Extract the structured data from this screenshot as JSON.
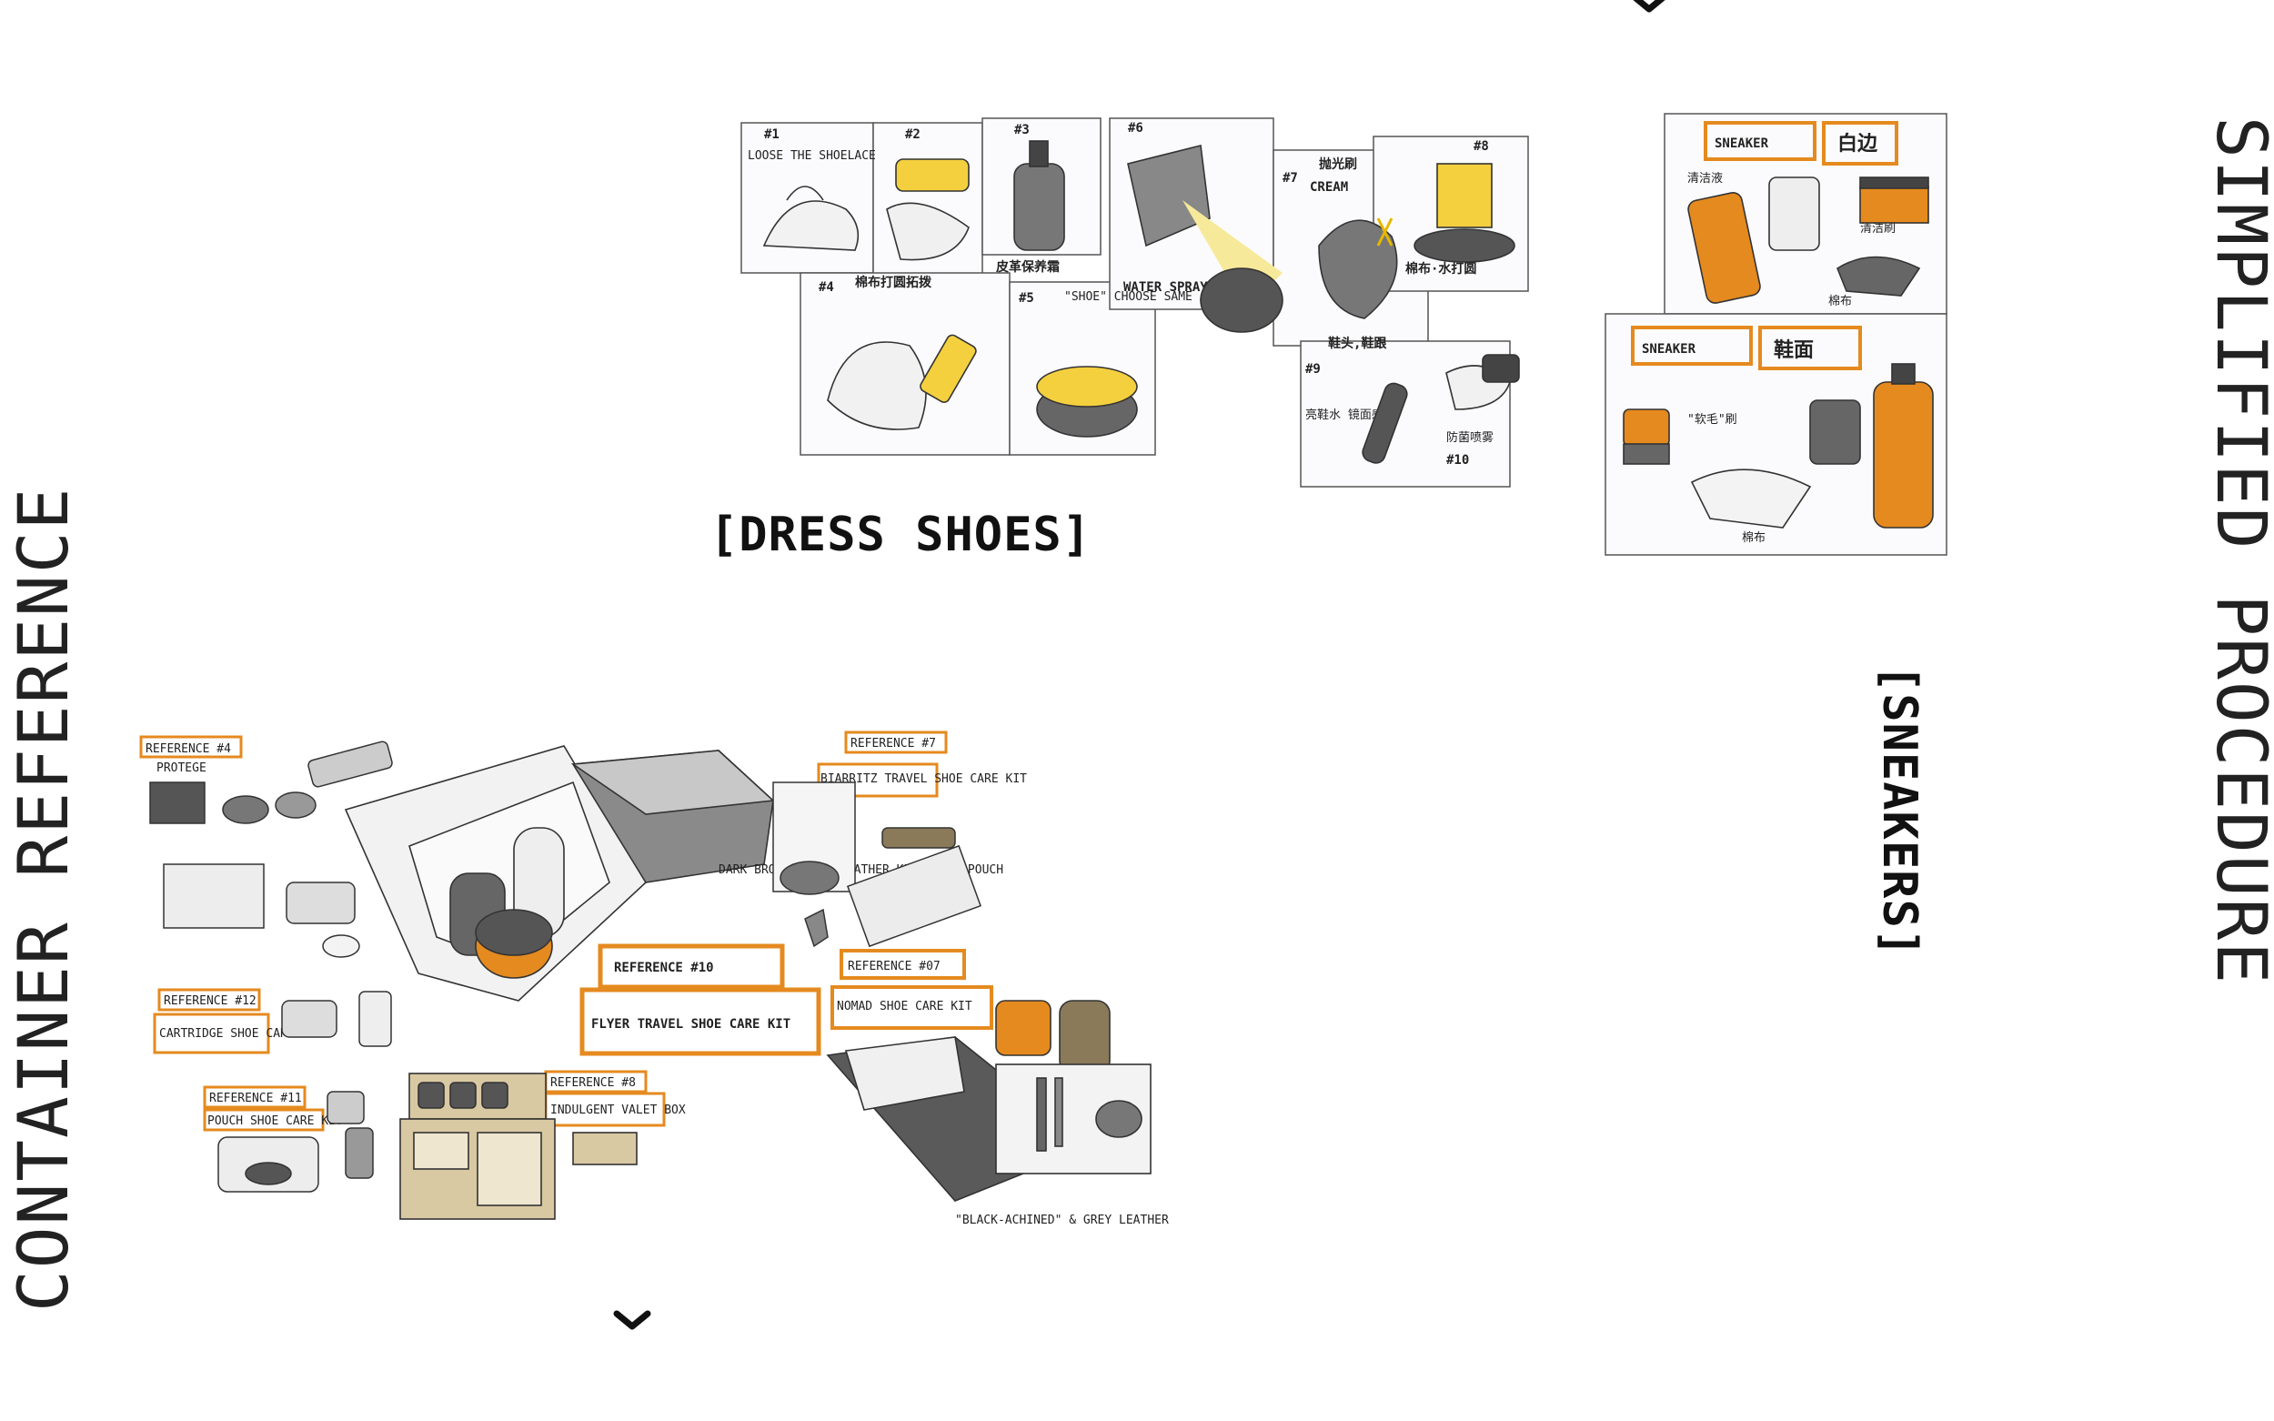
{
  "titles": {
    "left": "CONTAINER REFERENCE",
    "right": "SIMPLIFIED PROCEDURE"
  },
  "sections": {
    "dress": "[DRESS SHOES]",
    "sneakers": "[SNEAKERS]"
  },
  "icons": {
    "top": "chevron-down-icon",
    "bottom": "chevron-down-icon"
  },
  "colors": {
    "accent_orange": "#e58a1f",
    "accent_yellow": "#f4d03f",
    "ink": "#222222",
    "marker_grey": "#6b6b6b"
  },
  "dress_sheet": {
    "steps": [
      "#1",
      "#2",
      "#3",
      "#4",
      "#5",
      "#6",
      "#7",
      "#8",
      "#9",
      "#10"
    ],
    "captions": {
      "loose": "LOOSE THE SHOELACE",
      "water": "WATER SPRAY",
      "cream": "CREAM",
      "choose": "\"SHOE\" CHOOSE SAME AS THE",
      "brush_cn": "棉布打圆拓拨",
      "leather_cn": "皮革保养霜",
      "polish_cn": "抛光刷",
      "cloth_cn": "棉布·水打圆",
      "toe_cn": "鞋头,鞋跟",
      "shine_cn": "亮鞋水 镜面感",
      "protect_cn": "防菌喷雾"
    }
  },
  "sneaker_sheet": {
    "top": {
      "tag": "SNEAKER",
      "cn": "白边",
      "label1": "清洁液",
      "label2": "清洁刷",
      "label3": "棉布"
    },
    "bottom": {
      "tag": "SNEAKER",
      "cn": "鞋面",
      "label1": "\"软毛\"刷",
      "label2": "棉布"
    }
  },
  "container_sheet": {
    "refs": [
      {
        "tag": "REFERENCE #4",
        "name": "PROTEGE"
      },
      {
        "tag": "REFERENCE #7",
        "name": "BIARRITZ TRAVEL SHOE CARE KIT"
      },
      {
        "tag": "REFERENCE #10",
        "name": "FLYER TRAVEL SHOE CARE KIT"
      },
      {
        "tag": "REFERENCE #07",
        "name": "NOMAD SHOE CARE KIT"
      },
      {
        "tag": "REFERENCE #12",
        "name": "CARTRIDGE SHOE CARE KIT"
      },
      {
        "tag": "REFERENCE #11",
        "name": "POUCH SHOE CARE KIT"
      },
      {
        "tag": "REFERENCE #8",
        "name": "INDULGENT VALET BOX"
      }
    ],
    "notes": {
      "brown": "DARK BROWN COLOR LEATHER KIT ROUND POUCH",
      "black": "\"BLACK-ACHINED\" & GREY LEATHER"
    }
  }
}
